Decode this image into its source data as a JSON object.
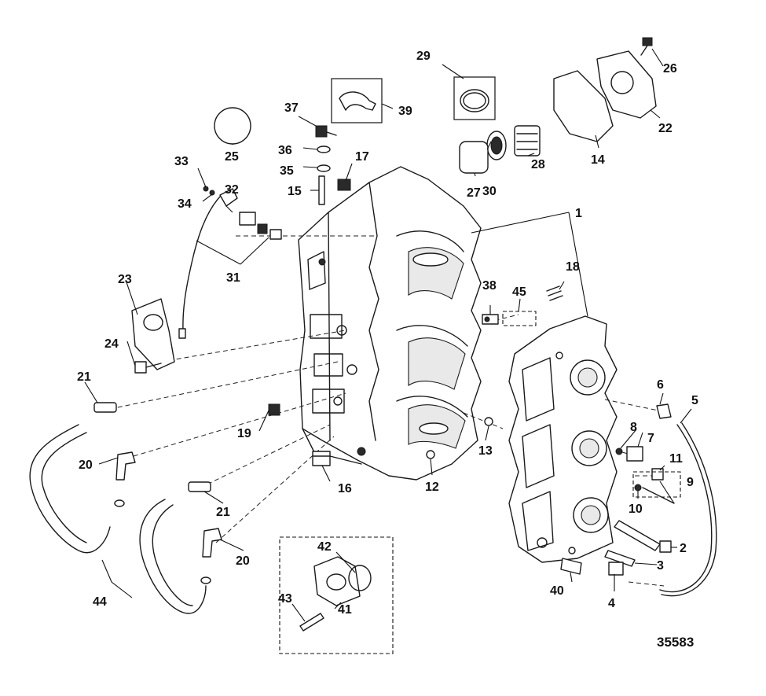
{
  "figure_number": "35583",
  "callouts": [
    {
      "id": "1",
      "label": "1"
    },
    {
      "id": "2",
      "label": "2"
    },
    {
      "id": "3",
      "label": "3"
    },
    {
      "id": "4",
      "label": "4"
    },
    {
      "id": "5",
      "label": "5"
    },
    {
      "id": "6",
      "label": "6"
    },
    {
      "id": "7",
      "label": "7"
    },
    {
      "id": "8",
      "label": "8"
    },
    {
      "id": "9",
      "label": "9"
    },
    {
      "id": "10",
      "label": "10"
    },
    {
      "id": "11",
      "label": "11"
    },
    {
      "id": "12",
      "label": "12"
    },
    {
      "id": "13",
      "label": "13"
    },
    {
      "id": "14",
      "label": "14"
    },
    {
      "id": "15",
      "label": "15"
    },
    {
      "id": "16",
      "label": "16"
    },
    {
      "id": "17",
      "label": "17"
    },
    {
      "id": "18",
      "label": "18"
    },
    {
      "id": "19",
      "label": "19"
    },
    {
      "id": "20a",
      "label": "20"
    },
    {
      "id": "20b",
      "label": "20"
    },
    {
      "id": "21a",
      "label": "21"
    },
    {
      "id": "21b",
      "label": "21"
    },
    {
      "id": "22",
      "label": "22"
    },
    {
      "id": "23",
      "label": "23"
    },
    {
      "id": "24",
      "label": "24"
    },
    {
      "id": "25",
      "label": "25"
    },
    {
      "id": "26",
      "label": "26"
    },
    {
      "id": "27",
      "label": "27"
    },
    {
      "id": "28",
      "label": "28"
    },
    {
      "id": "29",
      "label": "29"
    },
    {
      "id": "30",
      "label": "30"
    },
    {
      "id": "31",
      "label": "31"
    },
    {
      "id": "32",
      "label": "32"
    },
    {
      "id": "33",
      "label": "33"
    },
    {
      "id": "34",
      "label": "34"
    },
    {
      "id": "35",
      "label": "35"
    },
    {
      "id": "36",
      "label": "36"
    },
    {
      "id": "37",
      "label": "37"
    },
    {
      "id": "38",
      "label": "38"
    },
    {
      "id": "39",
      "label": "39"
    },
    {
      "id": "40",
      "label": "40"
    },
    {
      "id": "41",
      "label": "41"
    },
    {
      "id": "42",
      "label": "42"
    },
    {
      "id": "43",
      "label": "43"
    },
    {
      "id": "44",
      "label": "44"
    },
    {
      "id": "45",
      "label": "45"
    }
  ]
}
